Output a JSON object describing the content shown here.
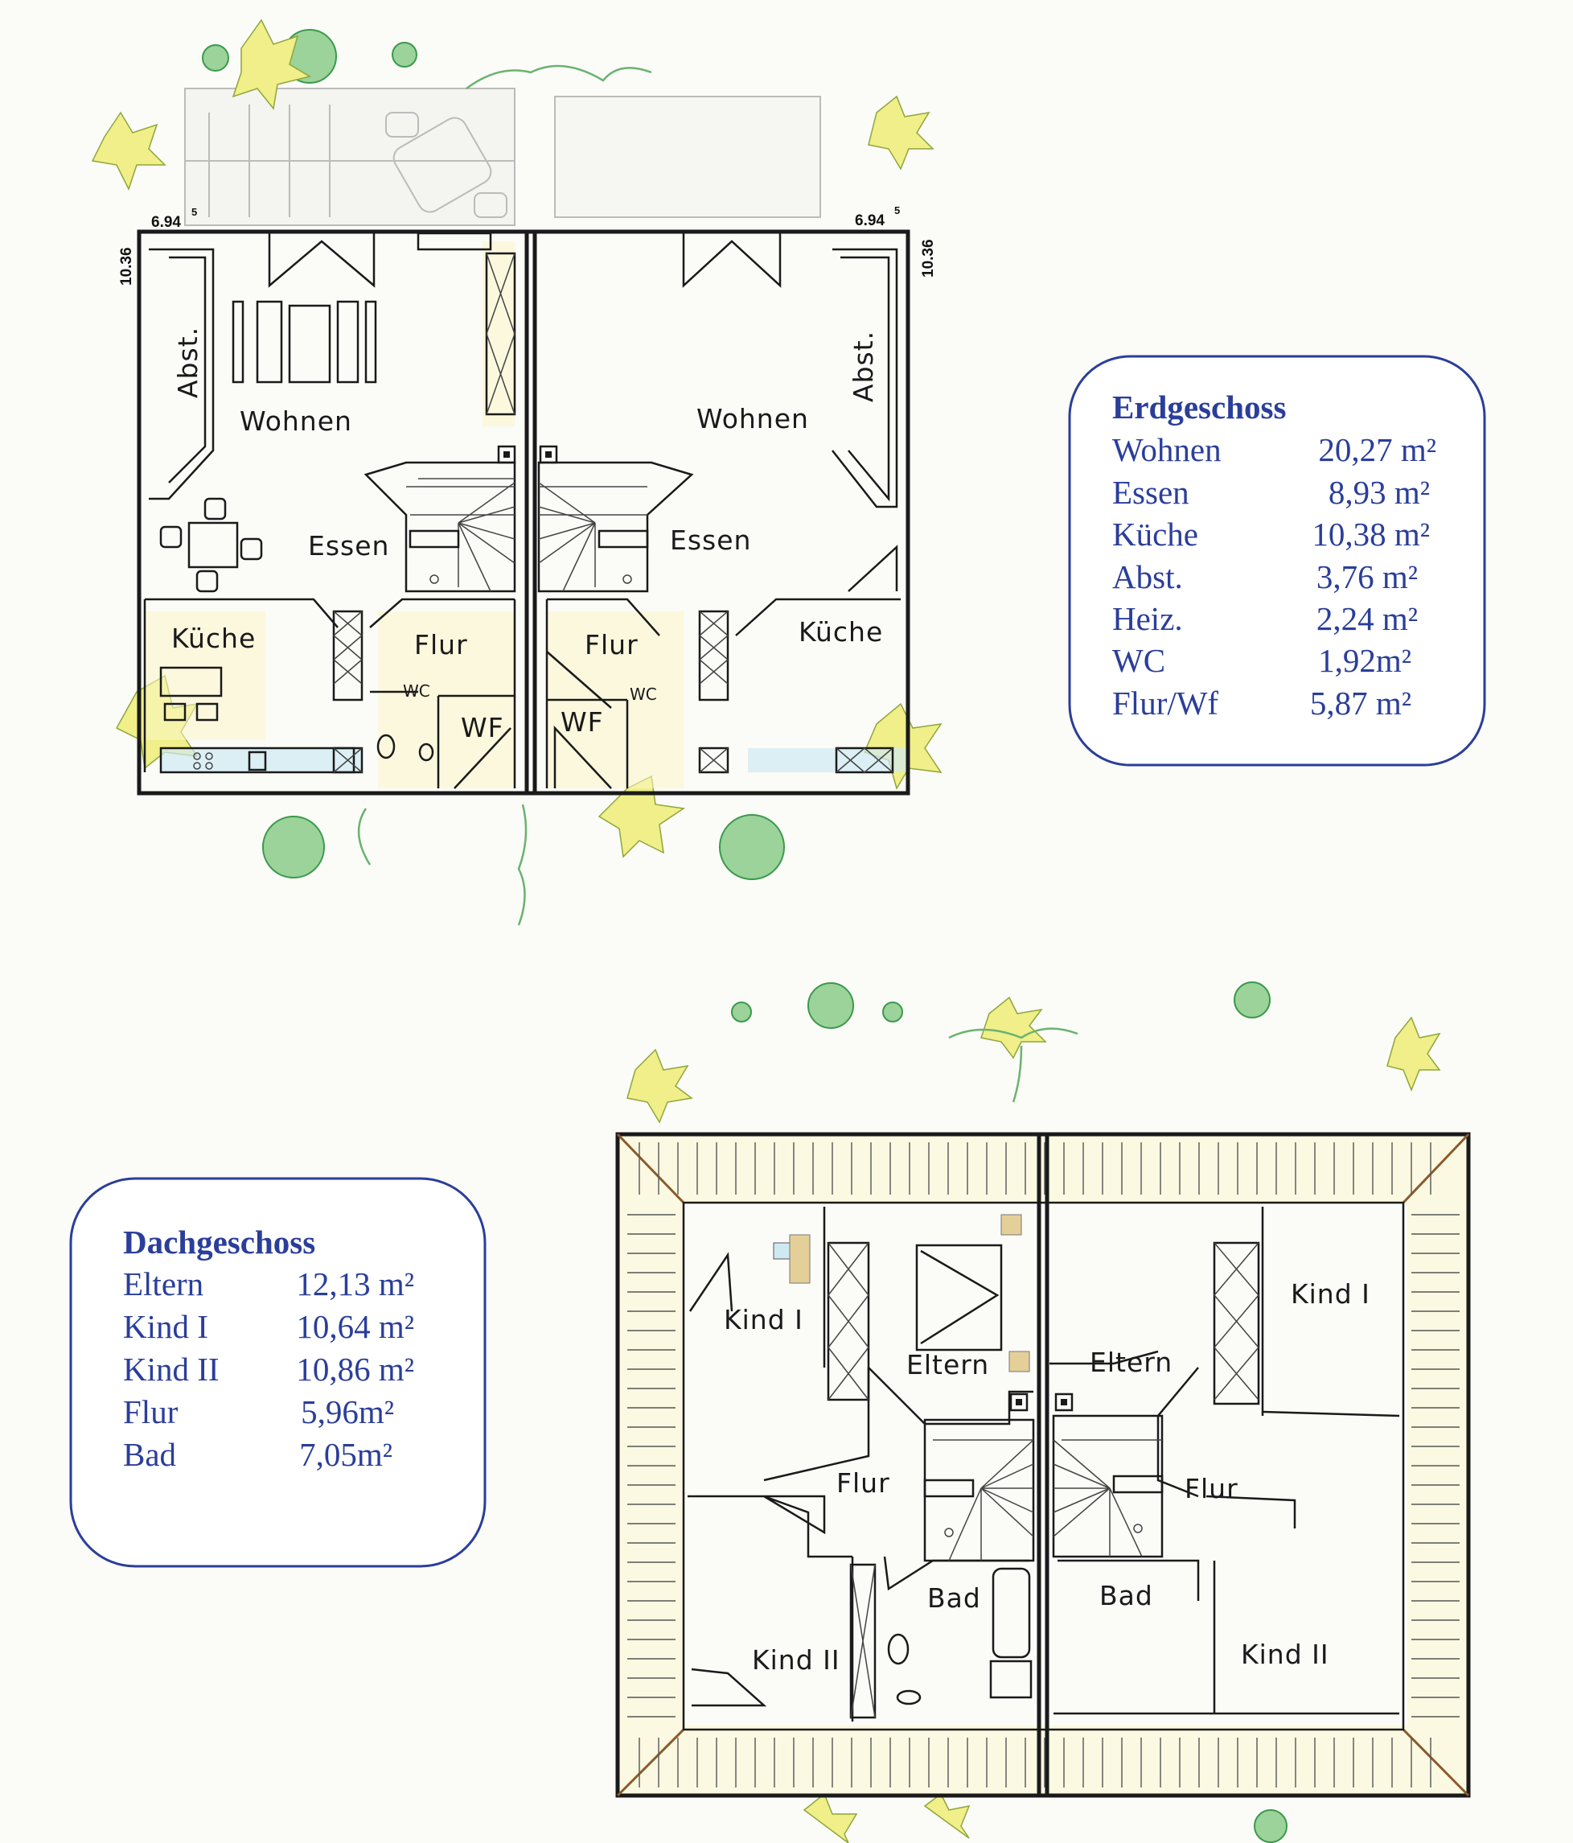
{
  "ground_floor": {
    "dims": {
      "left_width": "6.94",
      "left_width_sup": "5",
      "right_width": "6.94",
      "right_width_sup": "5",
      "left_depth": "10.36",
      "right_depth": "10.36"
    },
    "left_rooms": {
      "abst": "Abst.",
      "wohnen": "Wohnen",
      "essen": "Essen",
      "kueche": "Küche",
      "flur": "Flur",
      "wc": "WC",
      "wf": "WF"
    },
    "right_rooms": {
      "abst": "Abst.",
      "wohnen": "Wohnen",
      "essen": "Essen",
      "kueche": "Küche",
      "flur": "Flur",
      "wc": "WC",
      "wf": "WF"
    }
  },
  "erdgeschoss_table": {
    "title": "Erdgeschoss",
    "rows": [
      {
        "room": "Wohnen",
        "area": "20,27 m²"
      },
      {
        "room": "Essen",
        "area": "8,93 m²"
      },
      {
        "room": "Küche",
        "area": "10,38 m²"
      },
      {
        "room": "Abst.",
        "area": "3,76 m²"
      },
      {
        "room": "Heiz.",
        "area": "2,24 m²"
      },
      {
        "room": "WC",
        "area": "1,92m²"
      },
      {
        "room": "Flur/Wf",
        "area": "5,87 m²"
      }
    ]
  },
  "attic_floor": {
    "left_rooms": {
      "kind1": "Kind I",
      "eltern": "Eltern",
      "flur": "Flur",
      "bad": "Bad",
      "kind2": "Kind II"
    },
    "right_rooms": {
      "eltern": "Eltern",
      "kind1": "Kind I",
      "flur": "Flur",
      "bad": "Bad",
      "kind2": "Kind II"
    }
  },
  "dachgeschoss_table": {
    "title": "Dachgeschoss",
    "rows": [
      {
        "room": "Eltern",
        "area": "12,13 m²"
      },
      {
        "room": "Kind I",
        "area": "10,64 m²"
      },
      {
        "room": "Kind II",
        "area": "10,86 m²"
      },
      {
        "room": "Flur",
        "area": "5,96m²"
      },
      {
        "room": "Bad",
        "area": "7,05m²"
      }
    ]
  },
  "colors": {
    "table_blue": "#2a3e9a",
    "wall": "#1a1a1a",
    "tree_green": "#9bd39b",
    "plant_yellow": "#f0ef8a"
  },
  "icons": [
    "tree-icon",
    "shrub-icon",
    "stair-icon",
    "table-icon",
    "bed-icon",
    "toilet-icon",
    "bathtub-icon",
    "stove-icon",
    "window-icon"
  ]
}
